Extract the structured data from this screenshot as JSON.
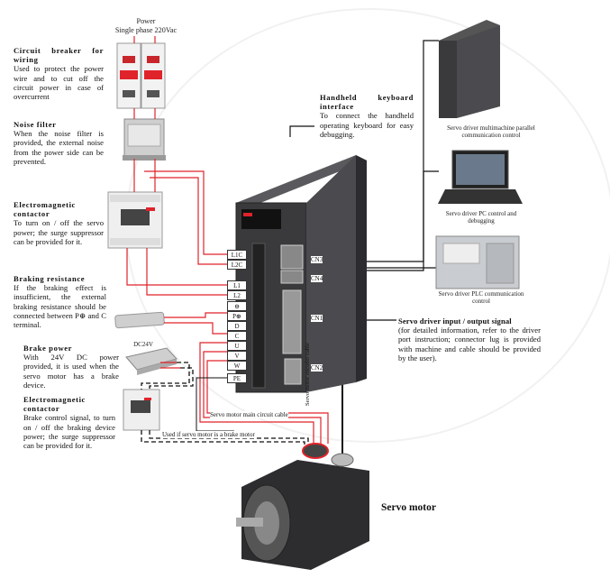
{
  "power": {
    "title": "Power",
    "subtitle": "Single phase 220Vac"
  },
  "circuit_breaker": {
    "title": "Circuit breaker for wiring",
    "desc": "Used to protect the power wire and to cut off the circuit power in case of overcurrent"
  },
  "noise_filter": {
    "title": "Noise filter",
    "desc": "When the noise filter is provided, the external noise from the power side can be prevented."
  },
  "em_contactor": {
    "title": "Electromagnetic contactor",
    "desc": "To turn on / off the servo power; the surge suppressor can be provided for it."
  },
  "braking_resistance": {
    "title": "Braking resistance",
    "desc": "If the braking effect is insufficient, the external braking resistance should be connected between P⊕ and C terminal."
  },
  "brake_power": {
    "title": "Brake power",
    "desc": "With 24V DC power provided, it is used when the servo motor has a brake device.",
    "label": "DC24V"
  },
  "em_contactor2": {
    "title": "Electromagnetic contactor",
    "desc": "Brake control signal, to turn on / off the braking device power; the surge suppressor can be provided for it."
  },
  "keyboard": {
    "title": "Handheld keyboard interface",
    "desc": "To connect the handheld operating keyboard for easy debugging."
  },
  "io_signal": {
    "title": "Servo driver input / output signal",
    "desc": "(for detailed information, refer to the driver port instruction; connector lug is provided with machine and cable should be provided by the user)."
  },
  "multimachine": {
    "caption": "Servo driver multimachine parallel communication control"
  },
  "pc": {
    "caption": "Servo driver PC control and debugging"
  },
  "plc": {
    "caption": "Servo driver PLC communication control"
  },
  "terminals": [
    "L1C",
    "L2C",
    "L1",
    "L2",
    "⊖",
    "P⊕",
    "D",
    "C",
    "U",
    "V",
    "W",
    "PE"
  ],
  "connectors": {
    "cn3": "CN3",
    "cn4": "CN4",
    "cn1": "CN1",
    "cn2": "CN2"
  },
  "cable_main": "Servo motor main circuit cable",
  "cable_brake": "Used if servo motor is a brake motor",
  "cable_encoder": "Servo motor encoder cable",
  "motor": {
    "label": "Servo motor"
  },
  "colors": {
    "red": "#e0232b",
    "black": "#111111",
    "driver": "#3a3a3c"
  }
}
